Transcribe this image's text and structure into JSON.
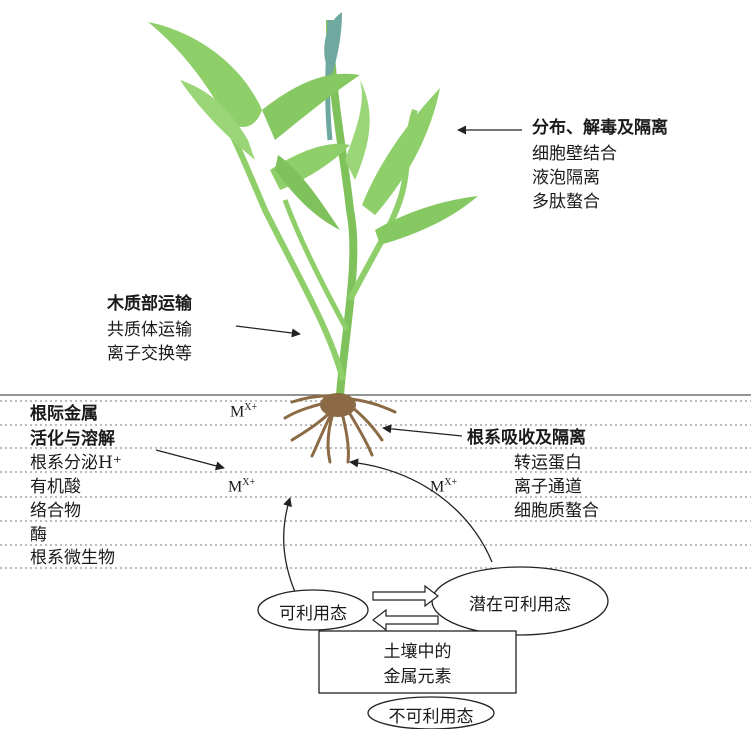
{
  "shoot": {
    "title": "分布、解毒及隔离",
    "items": [
      "细胞壁结合",
      "液泡隔离",
      "多肽螯合"
    ]
  },
  "xylem": {
    "title": "木质部运输",
    "items": [
      "共质体运输",
      "离子交换等"
    ]
  },
  "rhizosphere": {
    "title_line1": "根际金属",
    "title_line2": "活化与溶解",
    "items": [
      "根系分泌H⁺",
      "有机酸",
      "络合物",
      "酶",
      "根系微生物"
    ]
  },
  "root_uptake": {
    "title": "根系吸收及隔离",
    "items": [
      "转运蛋白",
      "离子通道",
      "细胞质螯合"
    ]
  },
  "metal_ion": {
    "base": "M",
    "charge": "X+"
  },
  "soil_pools": {
    "available": "可利用态",
    "potential": "潜在可利用态",
    "soil_box_line1": "土壤中的",
    "soil_box_line2": "金属元素",
    "unavailable": "不可利用态"
  },
  "colors": {
    "leaf": "#8fcf6a",
    "leaf_dark": "#6fb84e",
    "stem_blue": "#6fa8a0",
    "root": "#8b6a45",
    "line": "#333333"
  }
}
